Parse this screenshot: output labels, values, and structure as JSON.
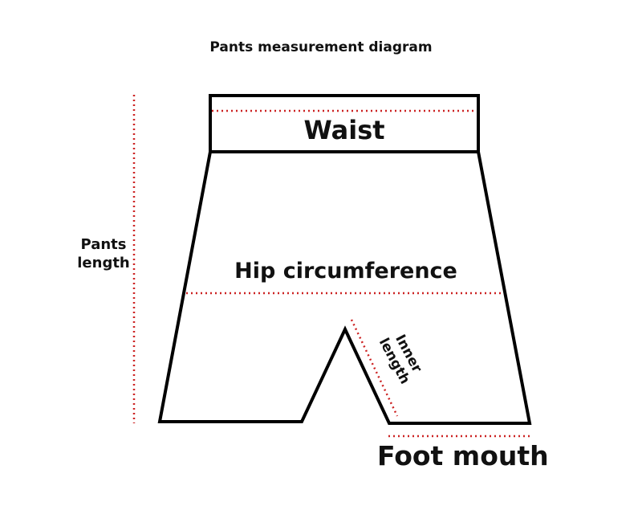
{
  "title": "Pants measurement diagram",
  "labels": {
    "waist": "Waist",
    "hip": "Hip circumference",
    "pants_length_line1": "Pants",
    "pants_length_line2": "length",
    "inner_length_line1": "Inner",
    "inner_length_line2": "length",
    "foot_mouth": "Foot mouth"
  },
  "colors": {
    "outline": "#000000",
    "measure_line": "#cc2222"
  }
}
